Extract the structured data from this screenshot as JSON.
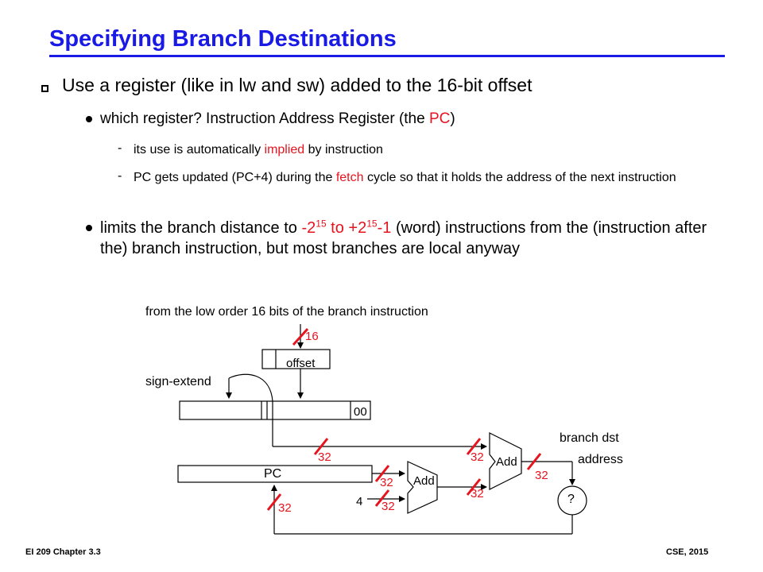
{
  "title": "Specifying Branch Destinations",
  "bullet_main": "Use a register (like in lw and sw) added to the 16-bit offset",
  "sub1": {
    "pre": "which register?  Instruction Address Register  (the ",
    "pc": "PC",
    "post": ")"
  },
  "sub1_items": [
    {
      "pre": "its use is automatically ",
      "red": "implied",
      "post": " by instruction"
    },
    {
      "pre": "PC gets updated (PC+4) during the ",
      "red": "fetch",
      "post": " cycle so that it holds the address of the next instruction"
    }
  ],
  "sub2": {
    "pre": "limits the branch distance to ",
    "r1": "-2",
    "e1": "15",
    "r2": " to +2",
    "e2": "15",
    "r3": "-1",
    "post": " (word) instructions from the (instruction after the) branch instruction, but most branches are local anyway"
  },
  "diagram": {
    "from_label": "from the low order 16 bits of the branch instruction",
    "offset_label": "offset",
    "sign_extend_label": "sign-extend",
    "zeros_label": "00",
    "pc_label": "PC",
    "add_label": "Add",
    "four_label": "4",
    "branch_dst_line1": "branch dst",
    "branch_dst_line2": "address",
    "mux_label": "?",
    "widths": {
      "w16": "16",
      "w32": "32"
    }
  },
  "footer": {
    "left": "EI 209 Chapter 3.3",
    "right": "CSE, 2015"
  },
  "colors": {
    "title": "#1a1ae6",
    "accent_red": "#e6141e"
  }
}
